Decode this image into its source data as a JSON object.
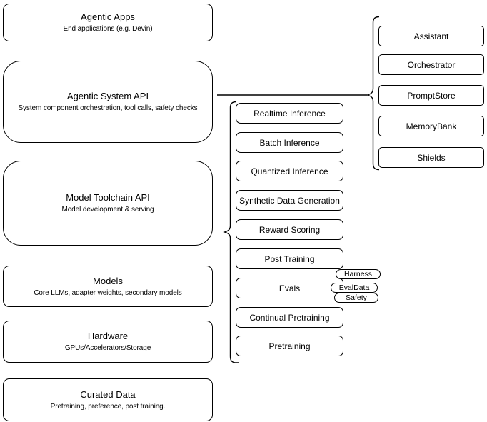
{
  "colors": {
    "stroke": "#000000",
    "background": "#ffffff",
    "text": "#000000"
  },
  "stack": {
    "layers": [
      {
        "id": "agentic-apps",
        "title": "Agentic Apps",
        "subtitle": "End applications (e.g. Devin)"
      },
      {
        "id": "agentic-system-api",
        "title": "Agentic System API",
        "subtitle": "System component orchestration, tool calls, safety checks"
      },
      {
        "id": "model-toolchain-api",
        "title": "Model Toolchain API",
        "subtitle": "Model development & serving"
      },
      {
        "id": "models",
        "title": "Models",
        "subtitle": "Core LLMs, adapter weights, secondary models"
      },
      {
        "id": "hardware",
        "title": "Hardware",
        "subtitle": "GPUs/Accelerators/Storage"
      },
      {
        "id": "curated-data",
        "title": "Curated Data",
        "subtitle": "Pretraining, preference, post training."
      }
    ]
  },
  "toolchain_group": {
    "items": [
      "Realtime Inference",
      "Batch Inference",
      "Quantized Inference",
      "Synthetic Data Generation",
      "Reward Scoring",
      "Post Training",
      "Evals",
      "Continual Pretraining",
      "Pretraining"
    ],
    "evals_tags": [
      "Harness",
      "EvalData",
      "Safety"
    ]
  },
  "system_group": {
    "items": [
      "Assistant",
      "Orchestrator",
      "PromptStore",
      "MemoryBank",
      "Shields"
    ]
  }
}
